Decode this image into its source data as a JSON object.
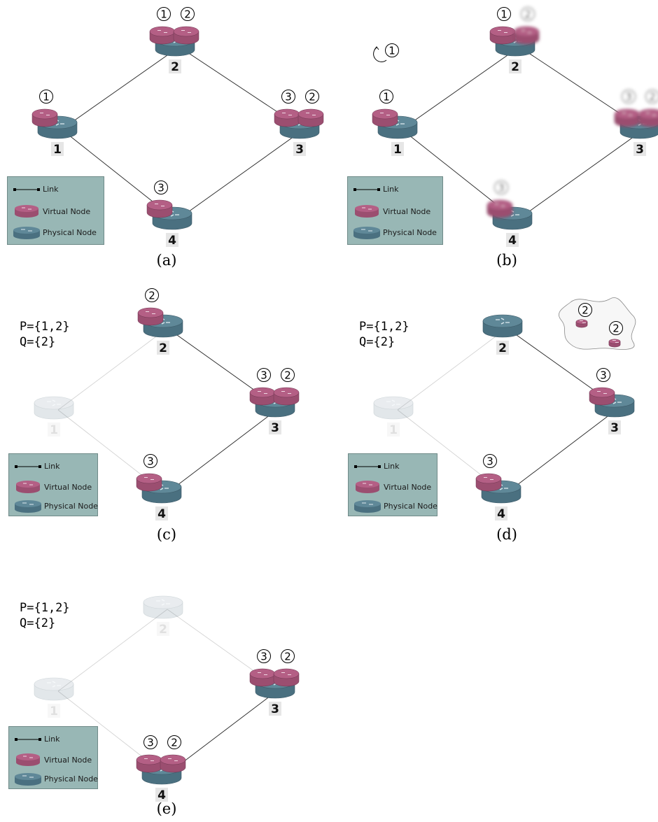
{
  "legend": {
    "link": "Link",
    "virtual_node": "Virtual Node",
    "physical_node": "Physical Node"
  },
  "colors": {
    "virtual": "#b45f85",
    "physical": "#5f8898",
    "legend_bg": "#98b7b5"
  },
  "panels": [
    {
      "caption": "(a)",
      "sets": [],
      "physical": [
        {
          "id": "1",
          "label": "1",
          "state": "active",
          "vnodes": [
            {
              "label": "1"
            }
          ]
        },
        {
          "id": "2",
          "label": "2",
          "state": "active",
          "vnodes": [
            {
              "label": "1"
            },
            {
              "label": "2"
            }
          ]
        },
        {
          "id": "3",
          "label": "3",
          "state": "active",
          "vnodes": [
            {
              "label": "3"
            },
            {
              "label": "2"
            }
          ]
        },
        {
          "id": "4",
          "label": "4",
          "state": "active",
          "vnodes": [
            {
              "label": "3"
            }
          ]
        }
      ],
      "links": [
        {
          "from": "1",
          "to": "2",
          "state": "active"
        },
        {
          "from": "2",
          "to": "3",
          "state": "active"
        },
        {
          "from": "3",
          "to": "4",
          "state": "active"
        },
        {
          "from": "4",
          "to": "1",
          "state": "active"
        }
      ]
    },
    {
      "caption": "(b)",
      "sets": [],
      "loop_label": "1",
      "physical": [
        {
          "id": "1",
          "label": "1",
          "state": "active",
          "vnodes": [
            {
              "label": "1"
            }
          ]
        },
        {
          "id": "2",
          "label": "2",
          "state": "active",
          "vnodes": [
            {
              "label": "1"
            },
            {
              "label": "2",
              "blurred": true
            }
          ]
        },
        {
          "id": "3",
          "label": "3",
          "state": "active",
          "vnodes": [
            {
              "label": "3",
              "blurred": true
            },
            {
              "label": "2",
              "blurred": true
            }
          ]
        },
        {
          "id": "4",
          "label": "4",
          "state": "active",
          "vnodes": [
            {
              "label": "3",
              "blurred": true
            }
          ]
        }
      ],
      "links": [
        {
          "from": "1",
          "to": "2",
          "state": "active"
        },
        {
          "from": "2",
          "to": "3",
          "state": "active"
        },
        {
          "from": "3",
          "to": "4",
          "state": "active"
        },
        {
          "from": "4",
          "to": "1",
          "state": "active"
        }
      ]
    },
    {
      "caption": "(c)",
      "sets": [
        "P={1,2}",
        "Q={2}"
      ],
      "physical": [
        {
          "id": "1",
          "label": "1",
          "state": "faded",
          "vnodes": []
        },
        {
          "id": "2",
          "label": "2",
          "state": "active",
          "vnodes": [
            {
              "label": "2"
            }
          ]
        },
        {
          "id": "3",
          "label": "3",
          "state": "active",
          "vnodes": [
            {
              "label": "3"
            },
            {
              "label": "2"
            }
          ]
        },
        {
          "id": "4",
          "label": "4",
          "state": "active",
          "vnodes": [
            {
              "label": "3"
            }
          ]
        }
      ],
      "links": [
        {
          "from": "1",
          "to": "2",
          "state": "faded"
        },
        {
          "from": "2",
          "to": "3",
          "state": "active"
        },
        {
          "from": "3",
          "to": "4",
          "state": "active"
        },
        {
          "from": "4",
          "to": "1",
          "state": "faded"
        }
      ]
    },
    {
      "caption": "(d)",
      "sets": [
        "P={1,2}",
        "Q={2}"
      ],
      "cloud_vnodes": [
        {
          "label": "2"
        },
        {
          "label": "2"
        }
      ],
      "physical": [
        {
          "id": "1",
          "label": "1",
          "state": "faded",
          "vnodes": []
        },
        {
          "id": "2",
          "label": "2",
          "state": "active",
          "vnodes": []
        },
        {
          "id": "3",
          "label": "3",
          "state": "active",
          "vnodes": [
            {
              "label": "3"
            }
          ]
        },
        {
          "id": "4",
          "label": "4",
          "state": "active",
          "vnodes": [
            {
              "label": "3"
            }
          ]
        }
      ],
      "links": [
        {
          "from": "1",
          "to": "2",
          "state": "faded"
        },
        {
          "from": "2",
          "to": "3",
          "state": "active"
        },
        {
          "from": "3",
          "to": "4",
          "state": "active"
        },
        {
          "from": "4",
          "to": "1",
          "state": "faded"
        }
      ]
    },
    {
      "caption": "(e)",
      "sets": [
        "P={1,2}",
        "Q={2}"
      ],
      "physical": [
        {
          "id": "1",
          "label": "1",
          "state": "faded",
          "vnodes": []
        },
        {
          "id": "2",
          "label": "2",
          "state": "faded",
          "vnodes": []
        },
        {
          "id": "3",
          "label": "3",
          "state": "active",
          "vnodes": [
            {
              "label": "3"
            },
            {
              "label": "2"
            }
          ]
        },
        {
          "id": "4",
          "label": "4",
          "state": "active",
          "vnodes": [
            {
              "label": "3"
            },
            {
              "label": "2"
            }
          ]
        }
      ],
      "links": [
        {
          "from": "1",
          "to": "2",
          "state": "faded"
        },
        {
          "from": "2",
          "to": "3",
          "state": "faded"
        },
        {
          "from": "3",
          "to": "4",
          "state": "active"
        },
        {
          "from": "4",
          "to": "1",
          "state": "faded"
        }
      ]
    }
  ]
}
